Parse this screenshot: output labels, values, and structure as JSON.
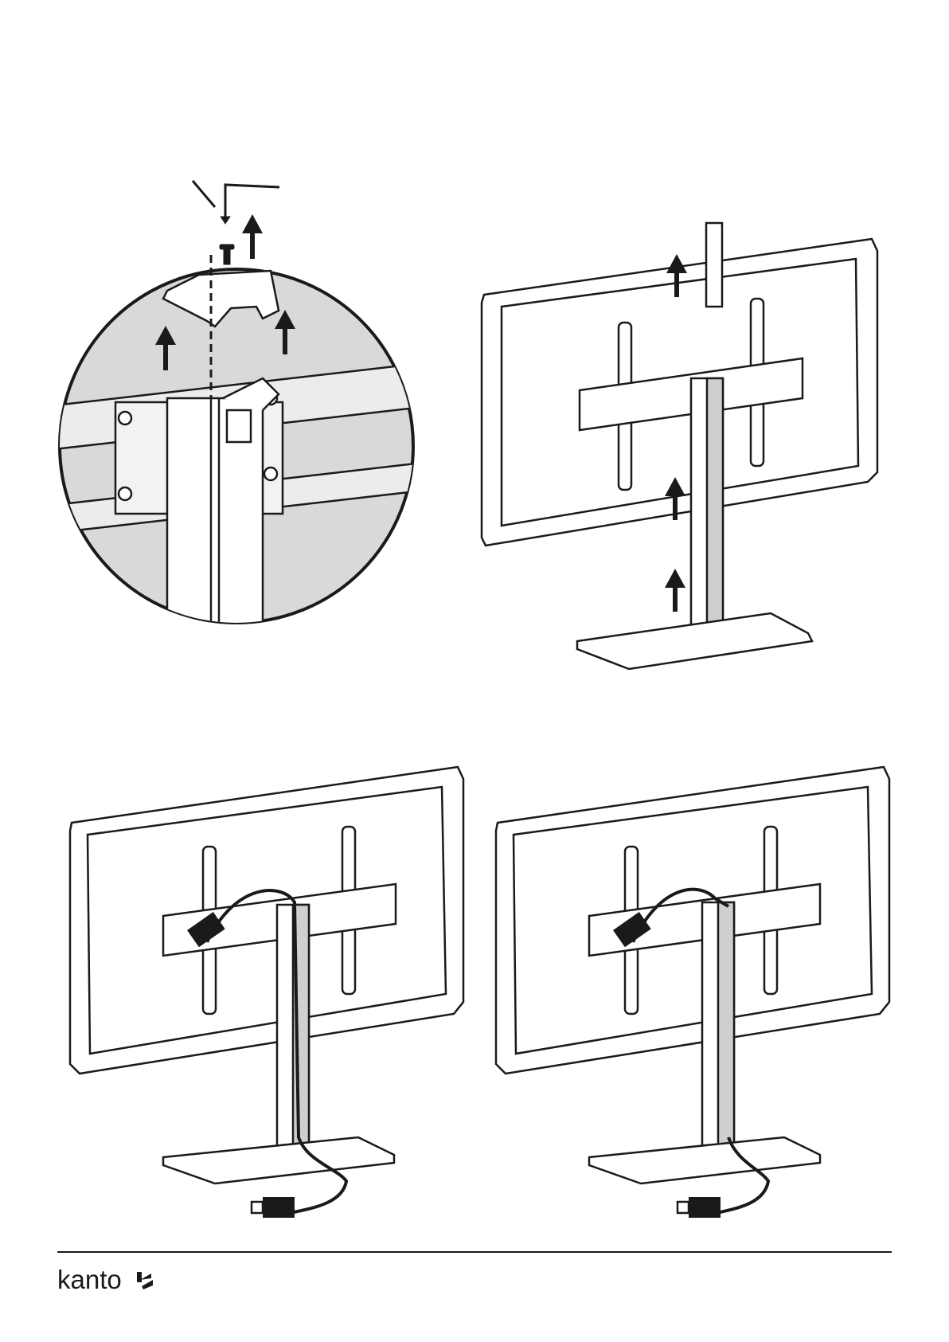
{
  "footer": {
    "brand_name": "kanto"
  },
  "hdmi_tag": {
    "brand": "kanto",
    "label": "HDMI"
  },
  "icons": [
    "hex-key-icon",
    "screw-icon",
    "up-arrow-icon",
    "hdmi-plug-icon",
    "kanto-logo-mark"
  ],
  "colors": {
    "line": "#1a1a1a",
    "magnifier_fill": "#d9d9d9",
    "column_shade": "#cfcfcf"
  }
}
